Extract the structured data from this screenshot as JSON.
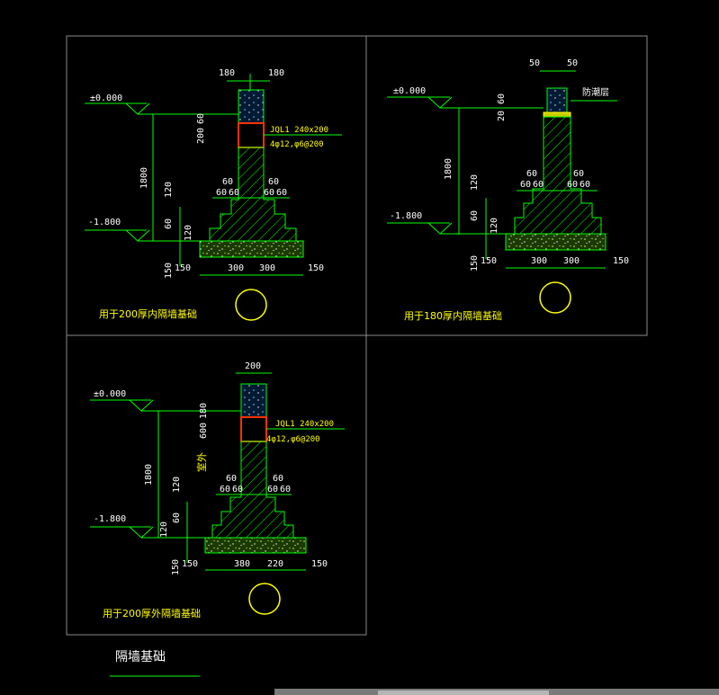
{
  "panels": [
    {
      "elev_top": "±0.000",
      "elev_bot": "-1.800",
      "depth": "1800",
      "dim_top_left": "180",
      "dim_top_right": "180",
      "beam_dims": "200",
      "beam_dims2": "60",
      "beam_label": "JQL1 240x200",
      "beam_rebar": "4φ12,φ6@200",
      "step_dims": [
        "60",
        "60",
        "60",
        "60",
        "60",
        "60"
      ],
      "vert_dims": [
        "120",
        "60",
        "120"
      ],
      "bottom_dims": [
        "150",
        "300",
        "300",
        "150"
      ],
      "left_bottom": "150",
      "caption": "用于200厚内隔墙基础"
    },
    {
      "elev_top": "±0.000",
      "elev_bot": "-1.800",
      "depth": "1800",
      "dim_top_left": "50",
      "dim_top_right": "50",
      "cap_dims": [
        "60",
        "20"
      ],
      "damp_label": "防潮层",
      "step_dims": [
        "60",
        "60",
        "60",
        "60",
        "60",
        "60"
      ],
      "vert_dims": [
        "120",
        "60",
        "120"
      ],
      "bottom_dims": [
        "150",
        "300",
        "300",
        "150"
      ],
      "left_bottom": "150",
      "caption": "用于180厚内隔墙基础"
    },
    {
      "elev_top": "±0.000",
      "elev_bot": "-1.800",
      "depth": "1800",
      "dim_top": "200",
      "beam_dims": "600",
      "beam_dims2": "180",
      "beam_label": "JQL1 240x200",
      "beam_rebar": "4φ12,φ6@200",
      "outside": "室外",
      "step_dims": [
        "60",
        "60",
        "60",
        "60",
        "60",
        "60"
      ],
      "vert_dims": [
        "120",
        "60",
        "120"
      ],
      "bottom_dims": [
        "150",
        "380",
        "220",
        "150"
      ],
      "left_bottom": "150",
      "caption": "用于200厚外隔墙基础"
    }
  ],
  "title": "隔墙基础",
  "colors": {
    "background": "#000000",
    "lines": "#00ff00",
    "text": "#ffffff",
    "caption": "#ffff00",
    "beam": "#ff3300",
    "circle": "#ffff00",
    "concrete": "#9be000"
  }
}
